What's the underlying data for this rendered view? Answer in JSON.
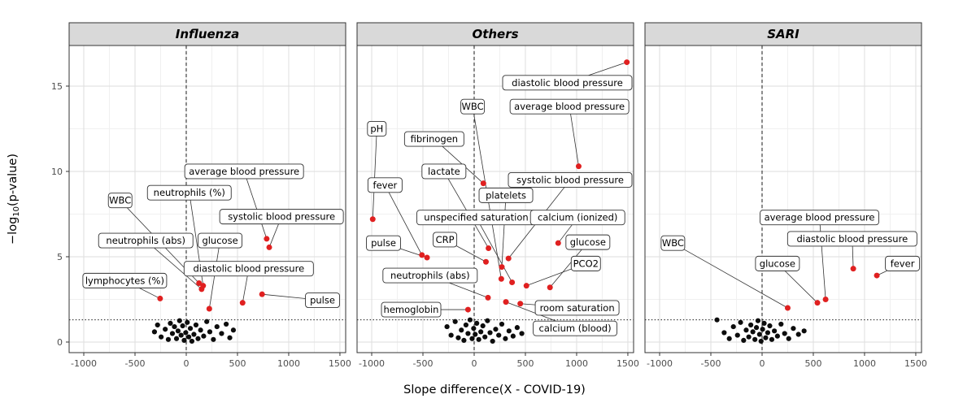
{
  "figure": {
    "xlabel": "Slope difference(X - COVID-19)",
    "ylabel": {
      "prefix": "−log",
      "sub": "10",
      "suffix": "(p-value)"
    },
    "x_ticks": [
      -1000,
      -500,
      0,
      500,
      1000,
      1500
    ],
    "y_ticks": [
      0,
      5,
      10,
      15
    ],
    "x_minor": [
      -750,
      -250,
      250,
      750,
      1250
    ],
    "y_minor": [
      2.5,
      7.5,
      12.5
    ],
    "xlim": [
      -1143,
      1556
    ],
    "ylim": [
      -0.62,
      17.38
    ],
    "threshold_y": 1.3,
    "vline_x": 0,
    "colors": {
      "significant": "#e02020",
      "nonsignificant": "#0d0d0d",
      "strip_bg": "#d9d9d9",
      "strip_border": "#333333",
      "panel_border": "#333333",
      "grid_major": "#dedede",
      "grid_minor": "#f0f0f0",
      "ref_line": "#1a1a1a",
      "leader_line": "#333333",
      "label_box_bg": "#ffffff",
      "label_box_border": "#333333",
      "tick_text": "#4d4d4d"
    }
  },
  "chart_data": {
    "type": "scatter",
    "title": "Volcano plots of slope differences vs COVID-19 by cohort",
    "xlabel": "Slope difference(X - COVID-19)",
    "ylabel": "-log10(p-value)",
    "legend_position": "none",
    "grid": true,
    "facets": [
      {
        "title": "Influenza",
        "significant": [
          {
            "label": "average blood pressure",
            "x": 785,
            "y": 6.05,
            "lx": 565,
            "ly": 10.0
          },
          {
            "label": "systolic blood pressure",
            "x": 810,
            "y": 5.55,
            "lx": 930,
            "ly": 7.35
          },
          {
            "label": "neutrophils (%)",
            "x": 165,
            "y": 3.3,
            "lx": 30,
            "ly": 8.75
          },
          {
            "label": "WBC",
            "x": 125,
            "y": 3.45,
            "lx": -645,
            "ly": 8.3
          },
          {
            "label": "neutrophils (abs)",
            "x": 150,
            "y": 3.1,
            "lx": -395,
            "ly": 5.95
          },
          {
            "label": "glucose",
            "x": 225,
            "y": 1.95,
            "lx": 330,
            "ly": 5.95
          },
          {
            "label": "diastolic blood pressure",
            "x": 550,
            "y": 2.3,
            "lx": 610,
            "ly": 4.3
          },
          {
            "label": "pulse",
            "x": 740,
            "y": 2.8,
            "lx": 1330,
            "ly": 2.45
          },
          {
            "label": "lymphocytes (%)",
            "x": -255,
            "y": 2.55,
            "lx": -600,
            "ly": 3.6
          }
        ],
        "background": [
          [
            -310,
            0.6
          ],
          [
            -280,
            1.0
          ],
          [
            -245,
            0.3
          ],
          [
            -205,
            0.75
          ],
          [
            -175,
            0.15
          ],
          [
            -155,
            1.1
          ],
          [
            -135,
            0.5
          ],
          [
            -115,
            0.9
          ],
          [
            -95,
            0.2
          ],
          [
            -80,
            0.65
          ],
          [
            -65,
            1.25
          ],
          [
            -50,
            0.4
          ],
          [
            -35,
            0.95
          ],
          [
            -20,
            0.1
          ],
          [
            -5,
            0.55
          ],
          [
            10,
            1.15
          ],
          [
            25,
            0.3
          ],
          [
            40,
            0.8
          ],
          [
            55,
            0.05
          ],
          [
            75,
            0.45
          ],
          [
            95,
            1.0
          ],
          [
            115,
            0.2
          ],
          [
            140,
            0.7
          ],
          [
            170,
            0.35
          ],
          [
            200,
            1.2
          ],
          [
            230,
            0.6
          ],
          [
            265,
            0.15
          ],
          [
            300,
            0.9
          ],
          [
            345,
            0.5
          ],
          [
            390,
            1.05
          ],
          [
            425,
            0.25
          ],
          [
            460,
            0.7
          ]
        ]
      },
      {
        "title": "Others",
        "significant": [
          {
            "label": "diastolic blood pressure",
            "x": 1490,
            "y": 16.4,
            "lx": 930,
            "ly": 15.2
          },
          {
            "label": "average blood pressure",
            "x": 1020,
            "y": 10.3,
            "lx": 930,
            "ly": 13.8
          },
          {
            "label": "WBC",
            "x": 265,
            "y": 3.7,
            "lx": -15,
            "ly": 13.8
          },
          {
            "label": "pH",
            "x": -990,
            "y": 7.2,
            "lx": -950,
            "ly": 12.5
          },
          {
            "label": "fibrinogen",
            "x": 90,
            "y": 9.3,
            "lx": -390,
            "ly": 11.9
          },
          {
            "label": "lactate",
            "x": 140,
            "y": 5.5,
            "lx": -295,
            "ly": 10.0
          },
          {
            "label": "systolic blood pressure",
            "x": 335,
            "y": 4.9,
            "lx": 945,
            "ly": 9.5
          },
          {
            "label": "fever",
            "x": -510,
            "y": 5.1,
            "lx": -870,
            "ly": 9.2
          },
          {
            "label": "platelets",
            "x": 270,
            "y": 4.4,
            "lx": 310,
            "ly": 8.6
          },
          {
            "label": "unspecified saturation",
            "x": 370,
            "y": 3.5,
            "lx": 20,
            "ly": 7.3
          },
          {
            "label": "calcium (ionized)",
            "x": 820,
            "y": 5.8,
            "lx": 1010,
            "ly": 7.3
          },
          {
            "label": "pulse",
            "x": -460,
            "y": 4.95,
            "lx": -885,
            "ly": 5.8
          },
          {
            "label": "CRP",
            "x": 115,
            "y": 4.7,
            "lx": -285,
            "ly": 6.0
          },
          {
            "label": "glucose",
            "x": 740,
            "y": 3.2,
            "lx": 1110,
            "ly": 5.85
          },
          {
            "label": "PCO2",
            "x": 510,
            "y": 3.3,
            "lx": 1090,
            "ly": 4.6
          },
          {
            "label": "neutrophils (abs)",
            "x": 135,
            "y": 2.6,
            "lx": -430,
            "ly": 3.9
          },
          {
            "label": "hemoglobin",
            "x": -60,
            "y": 1.9,
            "lx": -615,
            "ly": 1.9
          },
          {
            "label": "room saturation",
            "x": 450,
            "y": 2.25,
            "lx": 1005,
            "ly": 2.0
          },
          {
            "label": "calcium (blood)",
            "x": 310,
            "y": 2.35,
            "lx": 985,
            "ly": 0.8
          }
        ],
        "background": [
          [
            -265,
            0.9
          ],
          [
            -225,
            0.4
          ],
          [
            -185,
            1.2
          ],
          [
            -155,
            0.25
          ],
          [
            -125,
            0.7
          ],
          [
            -100,
            0.1
          ],
          [
            -80,
            1.0
          ],
          [
            -60,
            0.5
          ],
          [
            -40,
            1.3
          ],
          [
            -20,
            0.2
          ],
          [
            -5,
            0.8
          ],
          [
            10,
            0.45
          ],
          [
            25,
            1.1
          ],
          [
            45,
            0.15
          ],
          [
            65,
            0.6
          ],
          [
            85,
            0.95
          ],
          [
            105,
            0.3
          ],
          [
            130,
            1.25
          ],
          [
            155,
            0.55
          ],
          [
            180,
            0.05
          ],
          [
            210,
            0.75
          ],
          [
            240,
            0.4
          ],
          [
            270,
            1.05
          ],
          [
            305,
            0.2
          ],
          [
            340,
            0.65
          ],
          [
            380,
            0.35
          ],
          [
            420,
            0.85
          ],
          [
            465,
            0.5
          ]
        ]
      },
      {
        "title": "SARI",
        "significant": [
          {
            "label": "average blood pressure",
            "x": 620,
            "y": 2.5,
            "lx": 560,
            "ly": 7.3
          },
          {
            "label": "diastolic blood pressure",
            "x": 890,
            "y": 4.3,
            "lx": 880,
            "ly": 6.05
          },
          {
            "label": "WBC",
            "x": 250,
            "y": 2.0,
            "lx": -870,
            "ly": 5.8
          },
          {
            "label": "glucose",
            "x": 540,
            "y": 2.3,
            "lx": 150,
            "ly": 4.6
          },
          {
            "label": "fever",
            "x": 1120,
            "y": 3.9,
            "lx": 1370,
            "ly": 4.6
          }
        ],
        "background": [
          [
            -440,
            1.3
          ],
          [
            -370,
            0.55
          ],
          [
            -320,
            0.2
          ],
          [
            -280,
            0.9
          ],
          [
            -240,
            0.4
          ],
          [
            -210,
            1.15
          ],
          [
            -180,
            0.1
          ],
          [
            -155,
            0.7
          ],
          [
            -130,
            0.3
          ],
          [
            -110,
            1.0
          ],
          [
            -90,
            0.6
          ],
          [
            -70,
            0.15
          ],
          [
            -55,
            0.85
          ],
          [
            -40,
            1.25
          ],
          [
            -25,
            0.45
          ],
          [
            -10,
            0.05
          ],
          [
            5,
            0.75
          ],
          [
            20,
            1.1
          ],
          [
            35,
            0.25
          ],
          [
            55,
            0.55
          ],
          [
            75,
            0.95
          ],
          [
            95,
            0.15
          ],
          [
            120,
            0.65
          ],
          [
            150,
            0.35
          ],
          [
            185,
            1.05
          ],
          [
            220,
            0.5
          ],
          [
            260,
            0.2
          ],
          [
            305,
            0.8
          ],
          [
            355,
            0.45
          ],
          [
            410,
            0.65
          ]
        ]
      }
    ]
  }
}
